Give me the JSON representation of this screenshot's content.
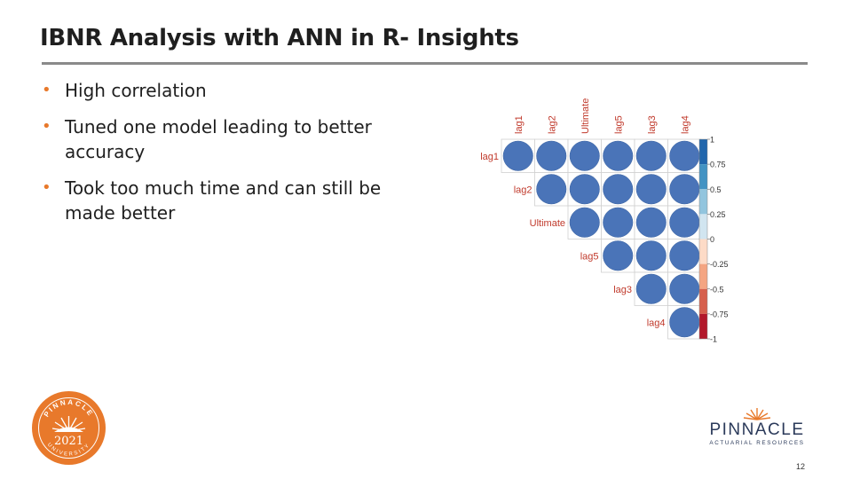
{
  "slide": {
    "title": "IBNR Analysis with ANN in R- Insights",
    "bullets": [
      {
        "text": "High correlation"
      },
      {
        "text": "Tuned one model leading to better accuracy"
      },
      {
        "text": "Took too much time and can still be made better"
      }
    ],
    "page_number": "12"
  },
  "chart_data": {
    "type": "heatmap",
    "variables": [
      "lag1",
      "lag2",
      "Ultimate",
      "lag5",
      "lag3",
      "lag4"
    ],
    "matrix_shape": "upper-triangle",
    "values": [
      [
        1,
        1,
        1,
        1,
        1,
        1
      ],
      [
        null,
        1,
        1,
        1,
        1,
        1
      ],
      [
        null,
        null,
        1,
        1,
        1,
        1
      ],
      [
        null,
        null,
        null,
        1,
        1,
        1
      ],
      [
        null,
        null,
        null,
        null,
        1,
        1
      ],
      [
        null,
        null,
        null,
        null,
        null,
        1
      ]
    ],
    "colorbar": {
      "range": [
        -1,
        1
      ],
      "tick_labels": [
        "1",
        "0.75",
        "0.5",
        "0.25",
        "0",
        "-0.25",
        "-0.5",
        "-0.75",
        "-1"
      ]
    },
    "cell_color": "#4a74b8"
  },
  "logo_left": {
    "text_top": "PINNACLE",
    "year": "2021",
    "text_bottom": "UNIVERSITY",
    "color": "#e8792b"
  },
  "logo_right": {
    "name": "PINNACLE",
    "tagline": "ACTUARIAL RESOURCES",
    "color": "#2b3a5a",
    "accent": "#e8792b"
  }
}
